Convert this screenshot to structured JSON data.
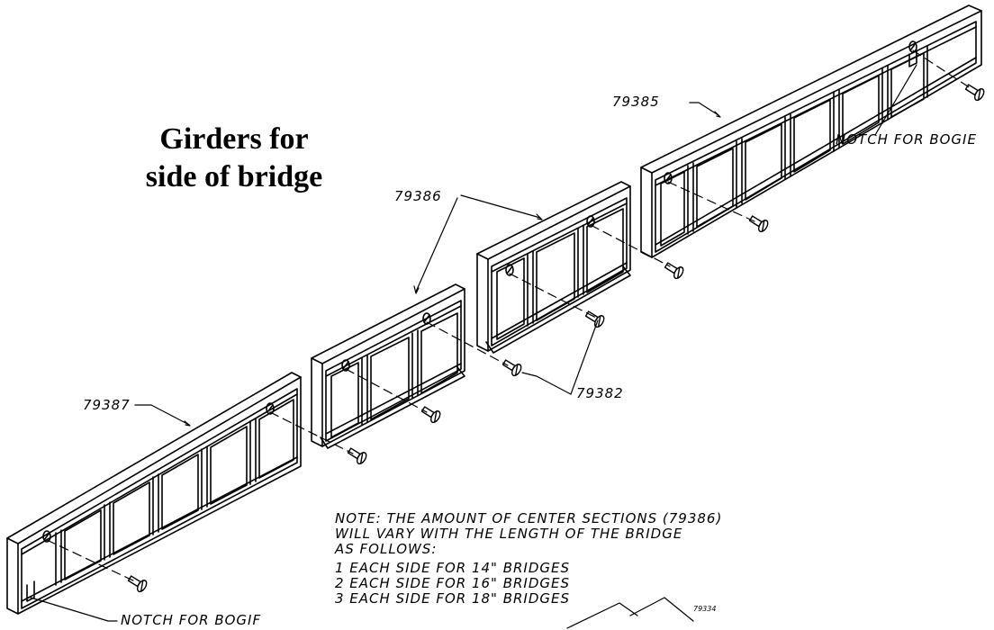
{
  "title": {
    "line1": "Girders for",
    "line2": "side of bridge"
  },
  "callouts": {
    "part_79385": "79385",
    "part_79386": "79386",
    "part_79387": "79387",
    "part_79382": "79382",
    "part_79334": "79334",
    "notch_right": "NOTCH FOR BOGIE",
    "notch_left": "NOTCH FOR BOGIF"
  },
  "note": {
    "line1": "NOTE: THE AMOUNT OF CENTER SECTIONS (79386)",
    "line2": "WILL VARY WITH THE LENGTH OF THE BRIDGE",
    "line3": "AS FOLLOWS:",
    "items": [
      "1 EACH SIDE FOR 14\" BRIDGES",
      "2 EACH SIDE FOR 16\" BRIDGES",
      "3 EACH SIDE FOR 18\" BRIDGES"
    ]
  }
}
